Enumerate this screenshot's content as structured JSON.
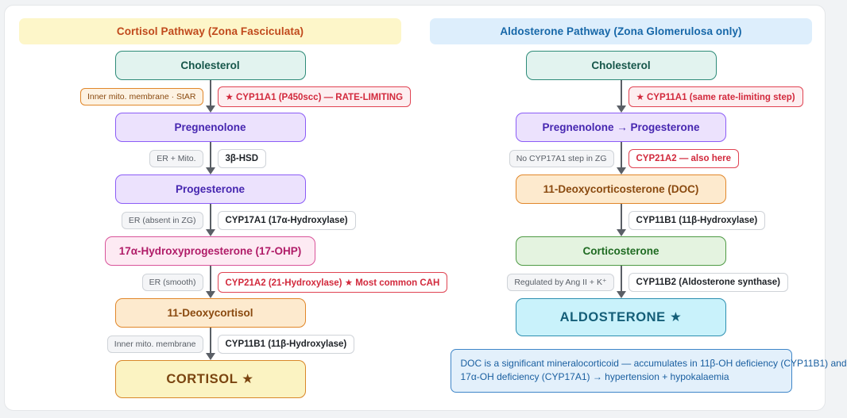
{
  "left": {
    "banner": "Cortisol Pathway (Zona Fasciculata)",
    "nodes": {
      "cholesterol": "Cholesterol",
      "pregnenolone": "Pregnenolone",
      "progesterone": "Progesterone",
      "ohp": "17α-Hydroxyprogesterone (17-OHP)",
      "deoxycortisol": "11-Deoxycortisol",
      "cortisol": "CORTISOL ★"
    },
    "steps": [
      {
        "location": "Inner mito. membrane · StAR",
        "enzyme": "★ CYP11A1 (P450scc) — RATE-LIMITING"
      },
      {
        "location": "ER + Mito.",
        "enzyme": "3β-HSD"
      },
      {
        "location": "ER (absent in ZG)",
        "enzyme": "CYP17A1 (17α-Hydroxylase)"
      },
      {
        "location": "ER (smooth)",
        "enzyme": "CYP21A2 (21-Hydroxylase) ★ Most common CAH"
      },
      {
        "location": "Inner mito. membrane",
        "enzyme": "CYP11B1 (11β-Hydroxylase)"
      }
    ]
  },
  "right": {
    "banner": "Aldosterone Pathway (Zona Glomerulosa only)",
    "nodes": {
      "cholesterol": "Cholesterol",
      "pregprog": "Pregnenolone → Progesterone",
      "doc": "11-Deoxycorticosterone (DOC)",
      "corticosterone": "Corticosterone",
      "aldosterone": "ALDOSTERONE ★"
    },
    "steps": [
      {
        "location": "",
        "enzyme": "★ CYP11A1 (same rate-limiting step)"
      },
      {
        "location": "No CYP17A1 step in ZG",
        "enzyme": "CYP21A2 — also here"
      },
      {
        "location": "",
        "enzyme": "CYP11B1 (11β-Hydroxylase)"
      },
      {
        "location": "Regulated by Ang II + K⁺",
        "enzyme": "CYP11B2 (Aldosterone synthase)"
      }
    ],
    "note_line1": "DOC is a significant mineralocorticoid — accumulates in 11β-OH deficiency (CYP11B1) and",
    "note_line2": "17α-OH deficiency (CYP17A1) → hypertension + hypokalaemia"
  },
  "colors": {
    "cortisol_banner_bg": "#fdf6c9",
    "cortisol_banner_fg": "#c0491c",
    "aldo_banner_bg": "#ddeefc",
    "aldo_banner_fg": "#1667a8",
    "arrow": "#5a5f66",
    "enzyme_highlight": "#d2293c"
  }
}
